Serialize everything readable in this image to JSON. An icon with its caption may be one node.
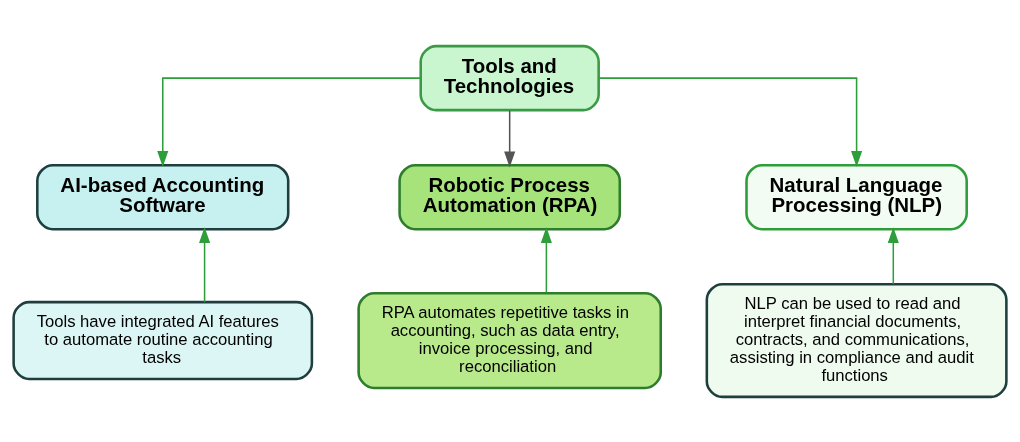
{
  "diagram": {
    "nodes": [
      {
        "text": [
          "Tools and Technologies"
        ]
      },
      {
        "text": [
          "AI-based Accounting Software"
        ]
      },
      {
        "text": [
          "Robotic Process Automation (RPA)"
        ]
      },
      {
        "text": [
          "Natural Language Processing (NLP)"
        ]
      },
      {
        "text": [
          "Tools have integrated AI features to automate routine accounting tasks"
        ]
      },
      {
        "text": [
          "RPA automates repetitive tasks in accounting, such as data entry, invoice processing, and reconciliation"
        ]
      },
      {
        "text": [
          "NLP can be used to read and interpret financial documents, contracts, and communications, assisting in compliance and audit functions"
        ]
      }
    ],
    "edges": [
      {
        "from": 0,
        "to": 1,
        "arrow": "to"
      },
      {
        "from": 0,
        "to": 2,
        "arrow": "to",
        "color": "#555555"
      },
      {
        "from": 0,
        "to": 3,
        "arrow": "to"
      },
      {
        "from": 4,
        "to": 1,
        "arrow": "to"
      },
      {
        "from": 5,
        "to": 2,
        "arrow": "to"
      },
      {
        "from": 6,
        "to": 3,
        "arrow": "to"
      }
    ]
  }
}
